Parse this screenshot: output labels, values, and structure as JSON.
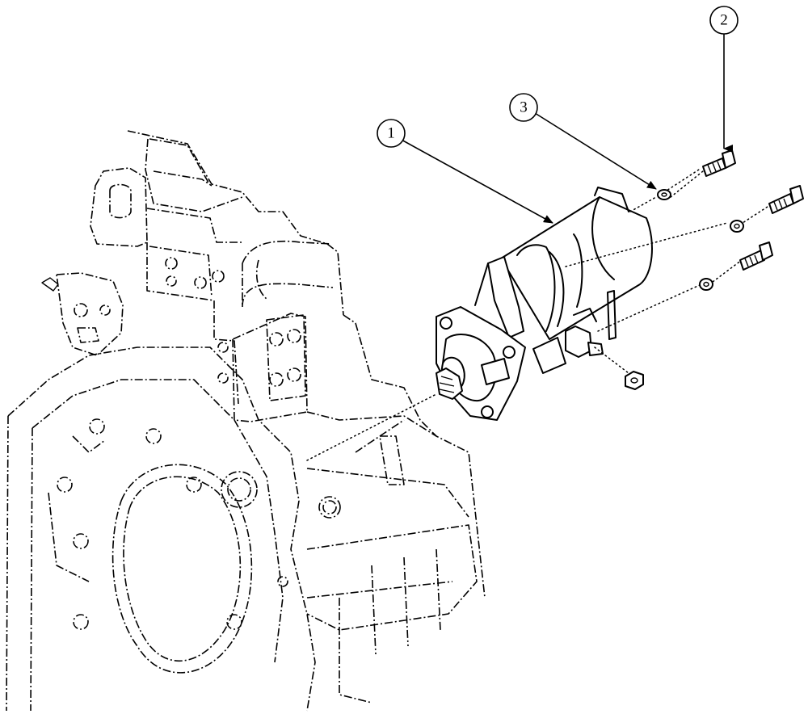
{
  "callouts": [
    {
      "id": "starter-motor",
      "number": "1"
    },
    {
      "id": "mounting-bolt",
      "number": "2"
    },
    {
      "id": "washer",
      "number": "3"
    }
  ],
  "colors": {
    "ink": "#000000",
    "paper": "#ffffff"
  }
}
